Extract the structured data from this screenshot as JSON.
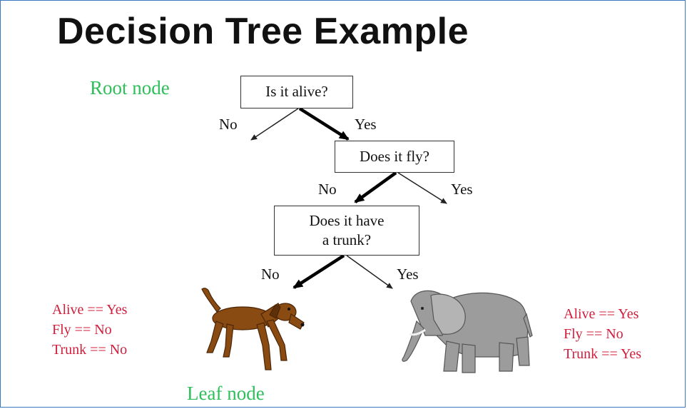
{
  "title": "Decision Tree Example",
  "labels": {
    "root": "Root node",
    "leaf": "Leaf node"
  },
  "nodes": {
    "alive": "Is it alive?",
    "fly": "Does it fly?",
    "trunk_line1": "Does it have",
    "trunk_line2": "a trunk?"
  },
  "edges": {
    "alive_no": "No",
    "alive_yes": "Yes",
    "fly_no": "No",
    "fly_yes": "Yes",
    "trunk_no": "No",
    "trunk_yes": "Yes"
  },
  "rules_dog": [
    "Alive == Yes",
    "Fly == No",
    "Trunk == No"
  ],
  "rules_elephant": [
    "Alive == Yes",
    "Fly == No",
    "Trunk == Yes"
  ],
  "images": {
    "left": "dog-image",
    "right": "elephant-image"
  },
  "colors": {
    "label_green": "#2fbf5a",
    "rule_red": "#d01f3c",
    "frame_blue": "#3a78c2"
  }
}
